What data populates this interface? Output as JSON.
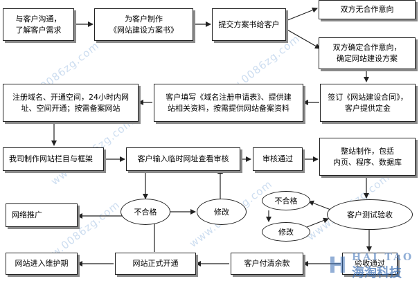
{
  "nodes": {
    "communicate": "与客户沟通，\n了解客户需求",
    "make_proposal": "为客户制作\n《网站建设方案书》",
    "submit_proposal": "提交方案书给客户",
    "no_intent": "双方无合作意向",
    "confirm_intent": "双方确定合作意向，\n确定网站建设方案",
    "sign_contract": "签订《网站建设合同》，\n客户提供定金",
    "fill_forms": "客户填写《域名注册申请表》、提供建\n站相关资料，按需提供网站备案资料",
    "register_domain": "注册域名、开通空间，24小时内网\n址、空间开通；按需备案网站",
    "build_framework": "我司制作网站栏目与框架",
    "customer_review": "客户输入临时网址查看审核",
    "review_passed": "审核通过",
    "full_build": "整站制作，包括\n内页、程序、数据库",
    "fail_1": "不合格",
    "modify_1": "修改",
    "fail_2": "不合格",
    "modify_2": "修改",
    "acceptance_test": "客户测试验收",
    "acceptance_passed": "验收通过",
    "final_payment": "客户付清余款",
    "launch": "网站正式开通",
    "maintenance": "网站进入维护期",
    "promotion": "网络推广"
  },
  "watermark": "www.0086zg.com",
  "logo": {
    "en": "HAI TAO",
    "cn": "海淘科技",
    "mark": "H"
  },
  "colors": {
    "stroke": "#222222",
    "shadow": "#8a8a8a",
    "watermark": "#b8d0ea",
    "logo": "#3b6fb5"
  }
}
